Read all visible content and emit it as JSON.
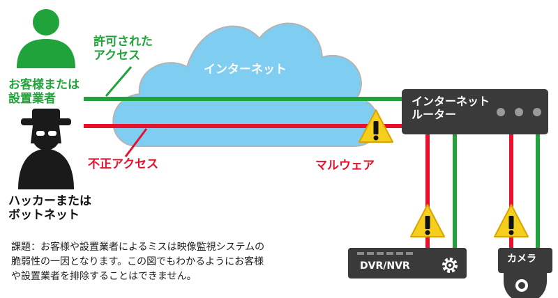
{
  "labels": {
    "authorized_access": [
      "許可された",
      "アクセス"
    ],
    "customer_installer": [
      "お客様または",
      "設置業者"
    ],
    "internet": "インターネット",
    "router": [
      "インターネット",
      "ルーター"
    ],
    "unauthorized_access": "不正アクセス",
    "malware": "マルウェア",
    "hacker_botnet": [
      "ハッカーまたは",
      "ボットネット"
    ],
    "dvr_nvr": "DVR/NVR",
    "camera": "カメラ"
  },
  "caption": [
    "課題：お客様や設置業者によるミスは映像監視システムの",
    "脆弱性の一因となります。この図でもわかるようにお客様",
    "や設置業者を排除することはできません。"
  ],
  "colors": {
    "authorized": "#1fa33a",
    "unauthorized": "#e8112d",
    "cloud": "#7fcdf0",
    "device": "#3a3a3a",
    "warning": "#f5cf1c"
  },
  "icons": [
    "person-icon",
    "hacker-icon",
    "cloud-icon",
    "router-icon",
    "warning-icon",
    "dvr-icon",
    "camera-icon",
    "gear-icon"
  ]
}
